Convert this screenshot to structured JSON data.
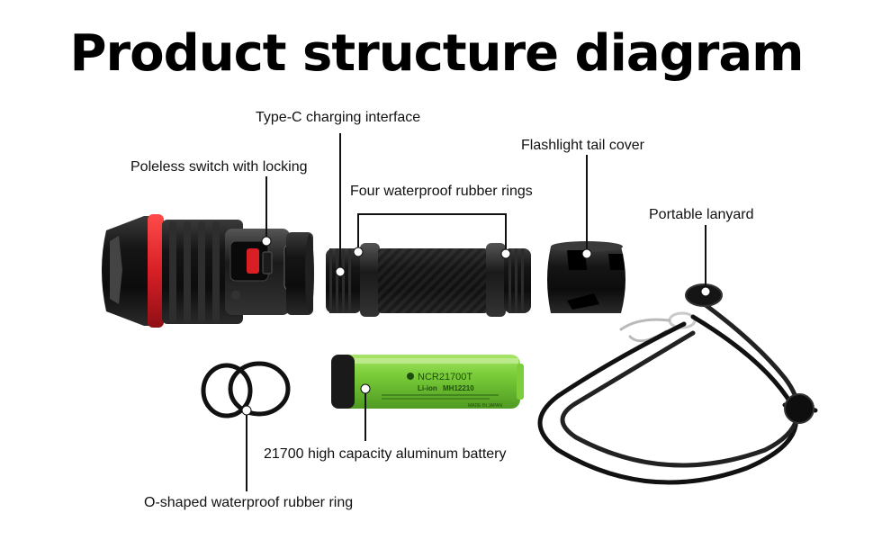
{
  "title": "Product structure diagram",
  "labels": {
    "type_c": "Type-C charging interface",
    "switch": "Poleless switch with locking",
    "rings4": "Four waterproof rubber rings",
    "tail": "Flashlight tail cover",
    "lanyard": "Portable lanyard",
    "battery": "21700 high capacity aluminum battery",
    "oring": "O-shaped waterproof rubber ring"
  },
  "battery_print": {
    "model": "NCR21700T",
    "chem": "Li-ion",
    "code": "MH12210",
    "origin": "MADE IN JAPAN"
  },
  "colors": {
    "accent_red": "#d81f26",
    "battery_green": "#7ccf3a",
    "body_black": "#111111"
  }
}
